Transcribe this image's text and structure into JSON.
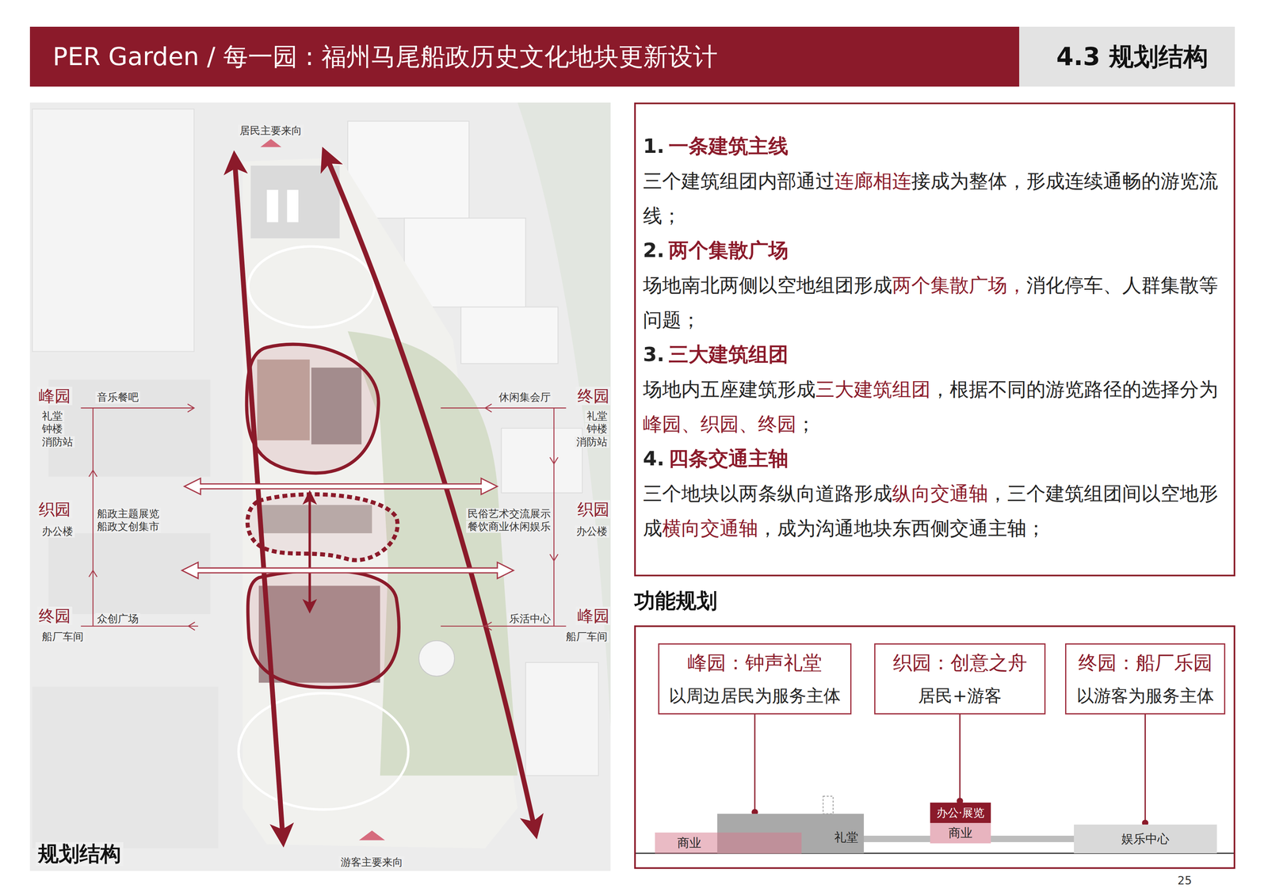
{
  "diagram": {
    "title": "PER Garden / 每一园 : 福州马尾船政历史文化地块更新设计",
    "nodes": [
      {
        "text": [
          "1.",
          "一条建筑主线",
          "三个建筑组团内部通过",
          "连廊相连",
          "接成为整体，形成连续通畅的游览流线；",
          "2.",
          "两个集散广场",
          "场地南北两侧以空地组团形成",
          "两个集散广场，",
          "消化停车、人群集散等问题；",
          "3.",
          "三大建筑组团",
          "场地内五座建筑形成",
          "三大建筑组团",
          "，根据不同的游览路径的选择分为",
          "峰园、织园、终园",
          "；",
          "4.",
          "四条交通主轴",
          "三个地块以两条纵向道路形成",
          "纵向交通轴",
          "，三个建筑组团间以空地形成",
          "横向交通轴",
          "，成为沟通地块东西侧交通主轴；"
        ]
      },
      {
        "text": [
          "功能规划"
        ]
      },
      {
        "text": [
          "峰园：钟声礼堂",
          "以周边居民为服务主体"
        ],
        "in": 1
      },
      {
        "text": [
          "织园：创意之舟",
          "居民+游客"
        ],
        "in": 1
      },
      {
        "text": [
          "终园：船厂乐园",
          "以游客为服务主体"
        ],
        "in": 1
      },
      {
        "text": [
          "商业"
        ],
        "in": 1
      },
      {
        "text": [
          "礼堂"
        ],
        "in": 1
      },
      {
        "text": [
          "办公·展览"
        ],
        "in": 1
      },
      {
        "text": [
          "商业"
        ],
        "in": 1
      },
      {
        "text": [
          "娱乐中心"
        ],
        "in": 1
      }
    ],
    "edges": [
      {
        "from": 2,
        "to": 6,
        "arrow": "none"
      },
      {
        "from": 3,
        "to": 7,
        "arrow": "none"
      },
      {
        "from": 4,
        "to": 9,
        "arrow": "none"
      }
    ],
    "labels": [
      "4.3 规划结构",
      "居民主要来向",
      "峰园",
      "礼堂",
      "钟楼",
      "消防站",
      "音乐餐吧",
      "休闲集会厅",
      "终园",
      "礼堂",
      "钟楼",
      "消防站",
      "织园",
      "办公楼",
      "船政主题展览",
      "船政文创集市",
      "民俗艺术交流展示",
      "餐饮商业休闲娱乐",
      "织园",
      "办公楼",
      "终园",
      "船厂车间",
      "众创广场",
      "乐活中心",
      "峰园",
      "船厂车间",
      "规划结构",
      "游客主要来向",
      "25"
    ]
  }
}
